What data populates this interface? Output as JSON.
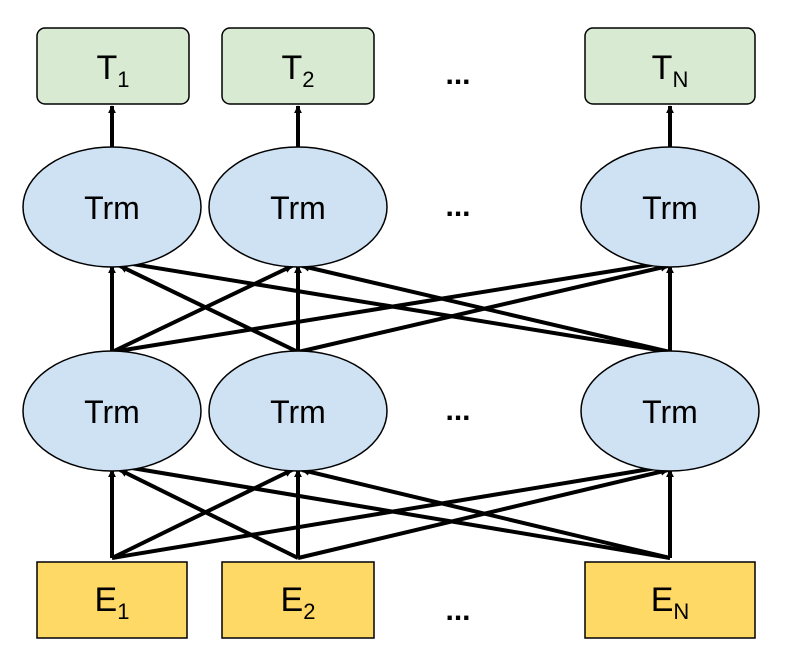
{
  "colors": {
    "output_fill": "#d9ead3",
    "trm_fill": "#cfe2f3",
    "embed_fill": "#ffd966",
    "stroke": "#000000"
  },
  "outputs": [
    {
      "main": "T",
      "sub": "1"
    },
    {
      "main": "T",
      "sub": "2"
    },
    {
      "main": "T",
      "sub": "N"
    }
  ],
  "layer_top": [
    "Trm",
    "Trm",
    "Trm"
  ],
  "layer_bottom": [
    "Trm",
    "Trm",
    "Trm"
  ],
  "embeddings": [
    {
      "main": "E",
      "sub": "1"
    },
    {
      "main": "E",
      "sub": "2"
    },
    {
      "main": "E",
      "sub": "N"
    }
  ],
  "ellipsis": "..."
}
